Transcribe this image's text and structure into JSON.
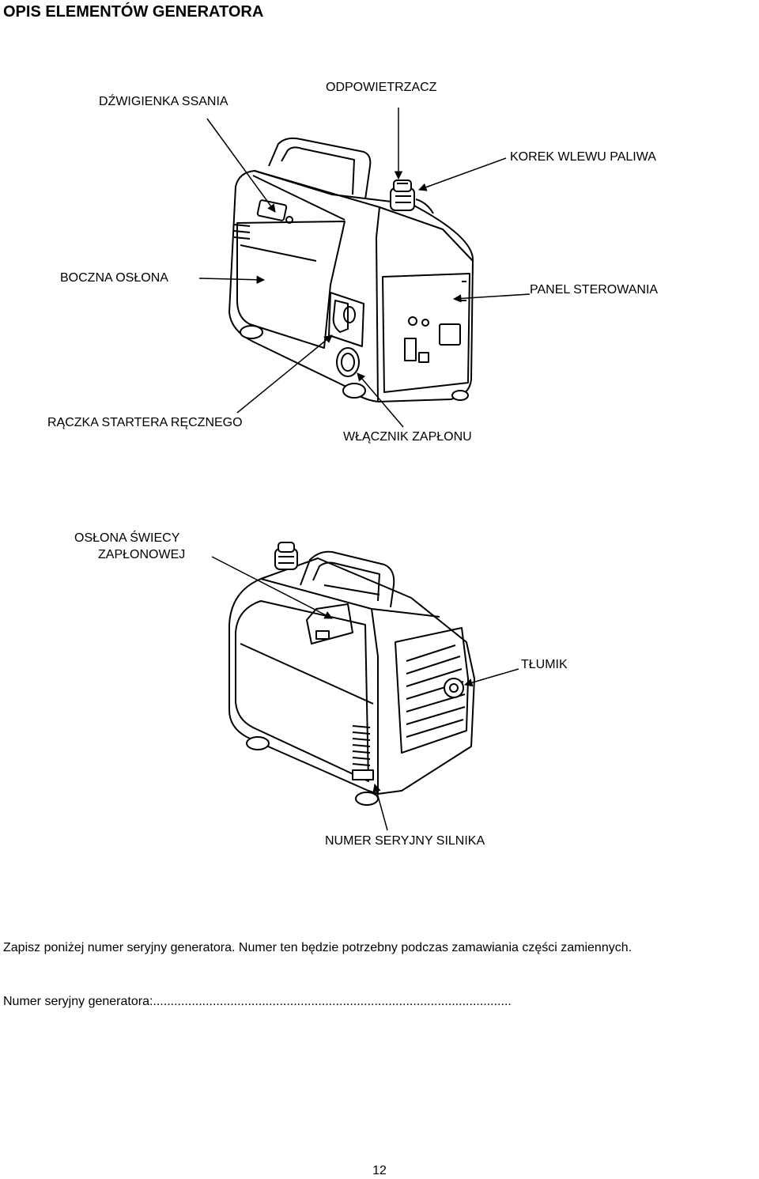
{
  "section_title": "OPIS ELEMENTÓW GENERATORA",
  "figure1": {
    "labels": {
      "choke": "DŹWIGIENKA SSANIA",
      "vent": "ODPOWIETRZACZ",
      "fuel_cap": "KOREK WLEWU PALIWA",
      "side_cover": "BOCZNA OSŁONA",
      "control_panel": "PANEL STEROWANIA",
      "recoil_starter": "RĄCZKA STARTERA RĘCZNEGO",
      "ignition_switch": "WŁĄCZNIK ZAPŁONU"
    }
  },
  "figure2": {
    "labels": {
      "spark_plug_cover_line1": "OSŁONA ŚWIECY",
      "spark_plug_cover_line2": "ZAPŁONOWEJ",
      "muffler": "TŁUMIK",
      "engine_serial": "NUMER SERYJNY SILNIKA"
    }
  },
  "body": {
    "paragraph": "Zapisz poniżej numer seryjny generatora. Numer ten będzie potrzebny podczas zamawiania części zamiennych.",
    "serial_line": "Numer seryjny generatora:......................................................................................................"
  },
  "page_number": "12"
}
